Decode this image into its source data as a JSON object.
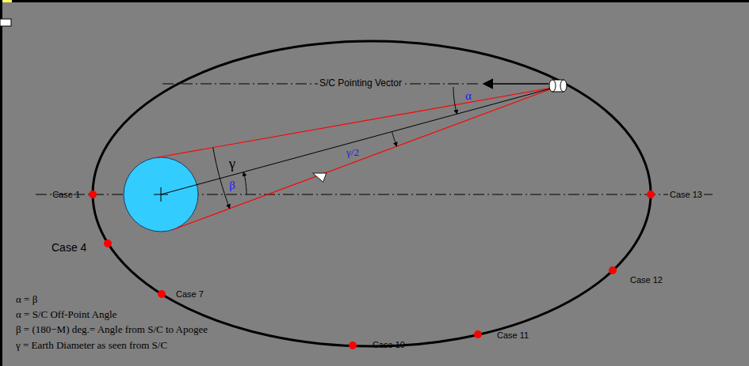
{
  "diagram": {
    "labels": [
      "S/C Pointing Vector",
      "α",
      "γ",
      "γ/2",
      "β",
      "Case 1",
      "Case 4",
      "Case 7",
      "Case 10",
      "Case 11",
      "Case 12",
      "Case 13",
      "α = β",
      "α = S/C Off-Point Angle",
      "β = (180−M) deg.= Angle from S/C to Apogee",
      "γ = Earth Diameter as seen from S/C"
    ]
  }
}
